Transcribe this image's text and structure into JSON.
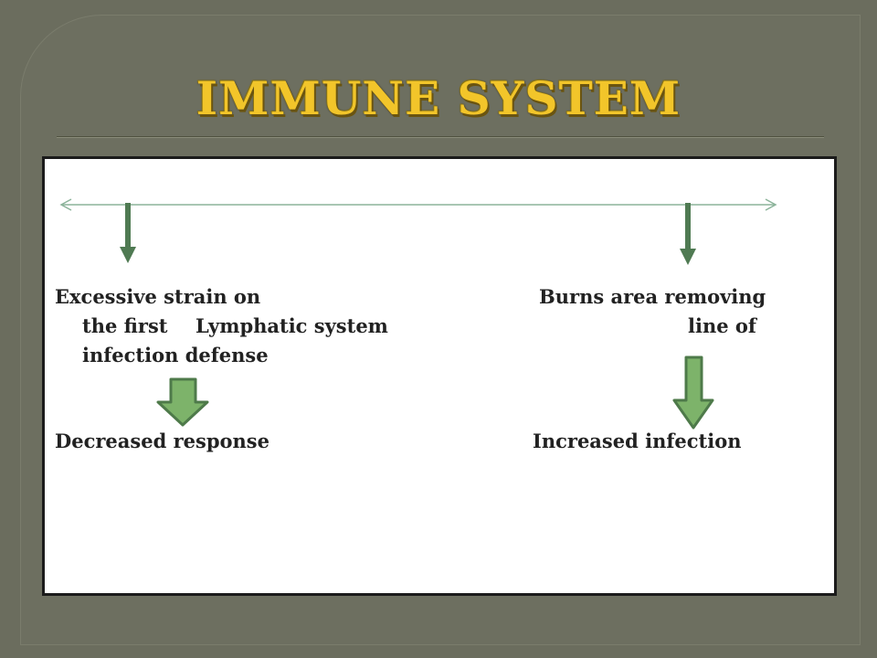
{
  "slide": {
    "title": "IMMUNE SYSTEM",
    "left": {
      "line1": "Excessive strain on",
      "line2": "the first",
      "line3": "infection defense",
      "result": "Decreased response"
    },
    "center": {
      "label": "Lymphatic system"
    },
    "right": {
      "line1": "Burns area removing",
      "line2": "line of",
      "result": "Increased infection"
    }
  },
  "colors": {
    "background": "#6b6d5e",
    "title": "#f2c52a",
    "arrow_fill": "#7db36a",
    "arrow_stroke": "#4e7a4a",
    "shaft": "#4f7a52",
    "spectrum_line": "#8bb39a"
  },
  "icons": {
    "spectrum": "double-headed-arrow-icon",
    "down_small": "thin-down-arrow-icon",
    "down_block": "block-down-arrow-icon"
  }
}
